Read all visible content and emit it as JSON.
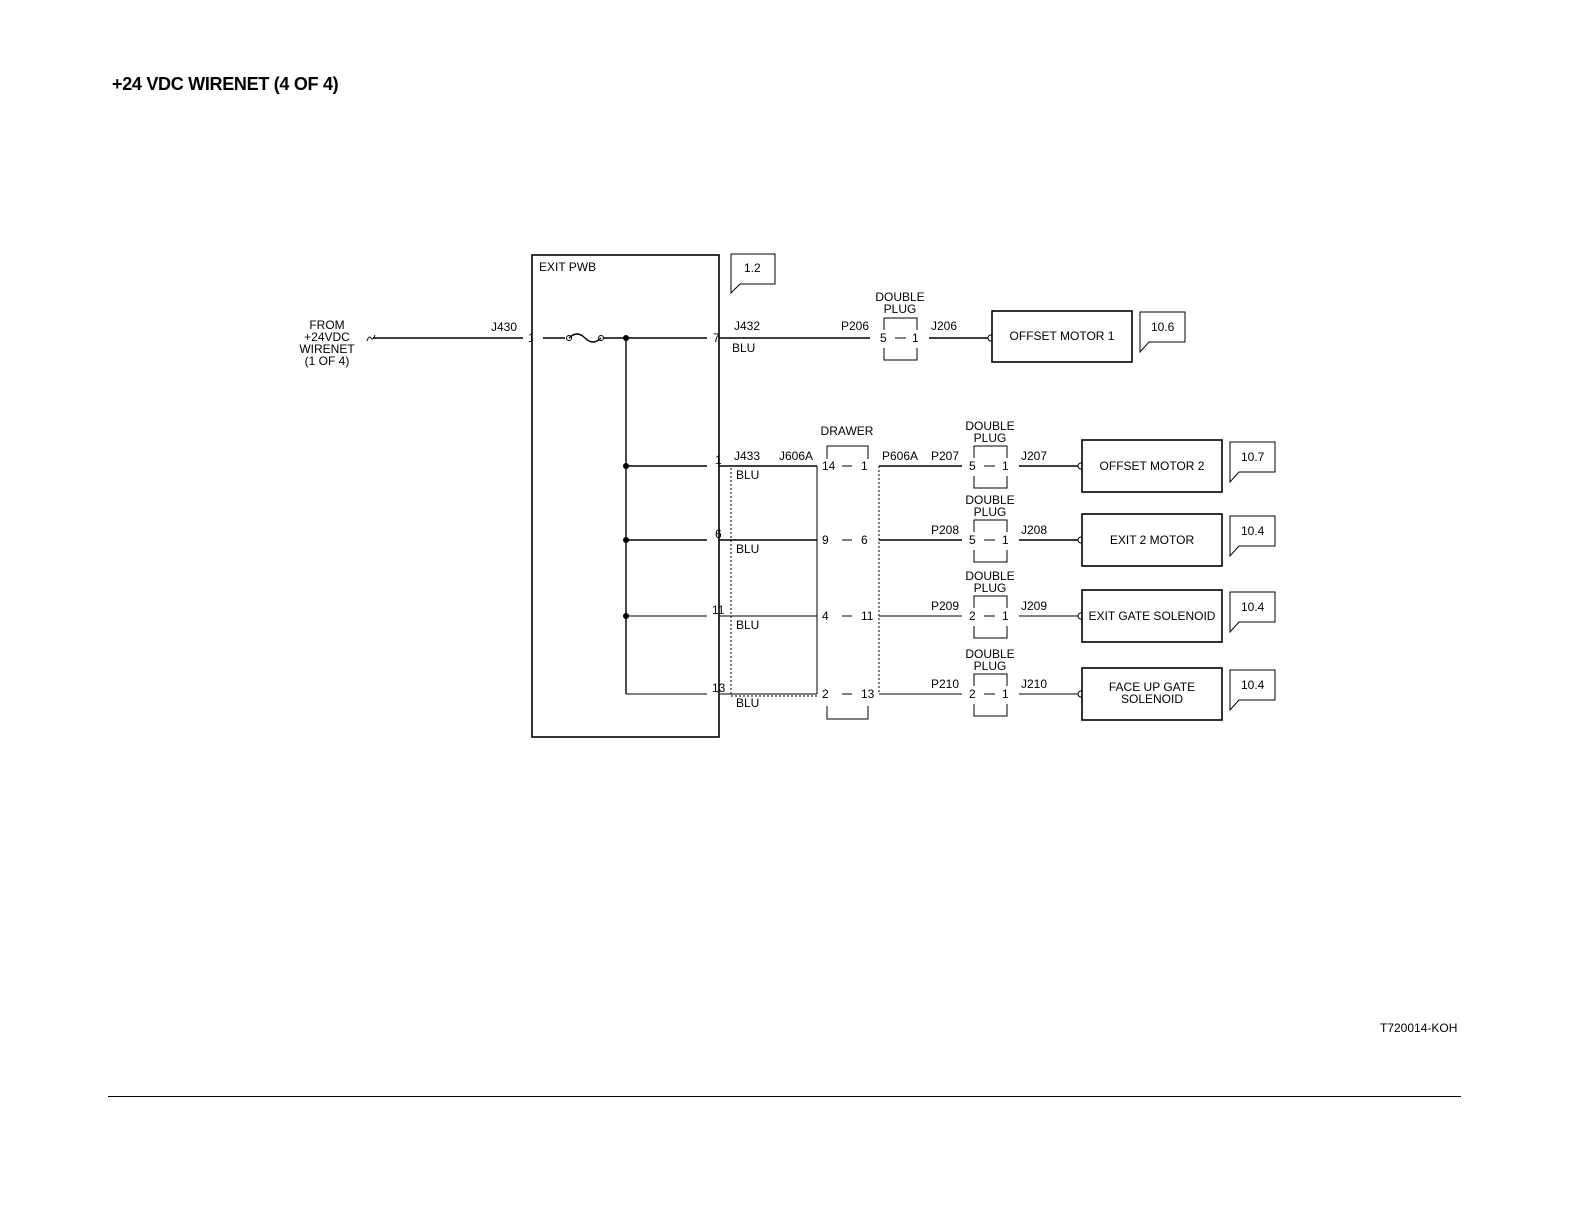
{
  "title": "+24 VDC WIRENET  (4 OF 4)",
  "drawing_code": "T720014-KOH",
  "source": {
    "lines": [
      "FROM",
      "+24VDC",
      "WIRENET",
      "(1 OF 4)"
    ],
    "connector": "J430",
    "pin": "1"
  },
  "pwb": {
    "label": "EXIT  PWB",
    "ref": "1.2"
  },
  "drawer_label": "DRAWER",
  "double_plug_lines": [
    "DOUBLE",
    "PLUG"
  ],
  "top_branch": {
    "pwb_pin": "7",
    "connector": "J432",
    "wire": "BLU",
    "plug": "P206",
    "plug_pins": [
      "5",
      "1"
    ],
    "jack": "J206",
    "component": "OFFSET  MOTOR 1",
    "ref": "10.6"
  },
  "drawer_connectors": {
    "pwb_jack": "J433",
    "drawer_jack": "J606A",
    "drawer_plug": "P606A"
  },
  "drawer_branches": [
    {
      "pwb_pin": "1",
      "wire": "BLU",
      "drawer_pins": [
        "14",
        "1"
      ],
      "plug": "P207",
      "plug_pins": [
        "5",
        "1"
      ],
      "jack": "J207",
      "component_lines": [
        "OFFSET  MOTOR 2"
      ],
      "ref": "10.7"
    },
    {
      "pwb_pin": "6",
      "wire": "BLU",
      "drawer_pins": [
        "9",
        "6"
      ],
      "plug": "P208",
      "plug_pins": [
        "5",
        "1"
      ],
      "jack": "J208",
      "component_lines": [
        "EXIT 2  MOTOR"
      ],
      "ref": "10.4"
    },
    {
      "pwb_pin": "11",
      "wire": "BLU",
      "drawer_pins": [
        "4",
        "11"
      ],
      "plug": "P209",
      "plug_pins": [
        "2",
        "1"
      ],
      "jack": "J209",
      "component_lines": [
        "EXIT GATE SOLENOID"
      ],
      "ref": "10.4"
    },
    {
      "pwb_pin": "13",
      "wire": "BLU",
      "drawer_pins": [
        "2",
        "13"
      ],
      "plug": "P210",
      "plug_pins": [
        "2",
        "1"
      ],
      "jack": "J210",
      "component_lines": [
        "FACE UP  GATE",
        "SOLENOID"
      ],
      "ref": "10.4"
    }
  ]
}
